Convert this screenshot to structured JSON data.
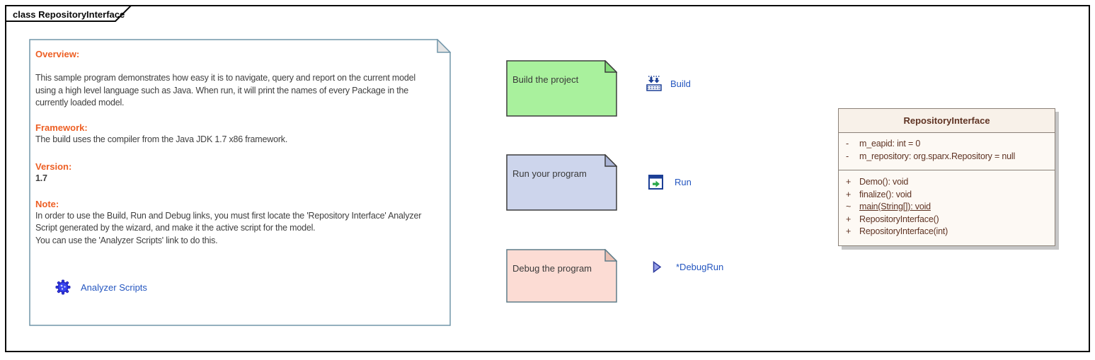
{
  "frame": {
    "label": "class RepositoryInterface"
  },
  "note_main": {
    "sections": [
      {
        "heading": "Overview:",
        "body": "This sample program demonstrates how easy it is to navigate, query and report on the current model using a high level language such as Java. When run, it will print the names of every Package in the currently loaded model."
      },
      {
        "heading": "Framework:",
        "body": "The build uses the compiler from the Java JDK 1.7 x86 framework."
      },
      {
        "heading": "Version:",
        "body": "1.7"
      },
      {
        "heading": "Note:",
        "body": "In order to use the Build, Run and Debug links, you must first locate the 'Repository Interface' Analyzer Script generated by the wizard, and make it the active script for the model.\nYou can use the 'Analyzer Scripts' link to do this."
      }
    ],
    "link": {
      "label": "Analyzer Scripts",
      "icon": "gear-icon"
    }
  },
  "sticky_notes": [
    {
      "text": "Build the project",
      "fill": "#a9f19d",
      "fold": "#83da78",
      "border": "#3d3d3d"
    },
    {
      "text": "Run your program",
      "fill": "#cdd5ec",
      "fold": "#aab4d6",
      "border": "#3d3d3d"
    },
    {
      "text": "Debug the program",
      "fill": "#fcdcd4",
      "fold": "#e9bfb2",
      "border": "#5e7d8a"
    }
  ],
  "action_links": [
    {
      "label": "Build",
      "icon": "build-icon"
    },
    {
      "label": "Run",
      "icon": "run-icon"
    },
    {
      "label": "*DebugRun",
      "icon": "debug-run-icon"
    }
  ],
  "class_box": {
    "title": "RepositoryInterface",
    "attributes": [
      {
        "visibility": "-",
        "text": "m_eapid: int = 0"
      },
      {
        "visibility": "-",
        "text": "m_repository: org.sparx.Repository = null"
      }
    ],
    "methods": [
      {
        "visibility": "+",
        "text": "Demo(): void"
      },
      {
        "visibility": "+",
        "text": "finalize(): void"
      },
      {
        "visibility": "~",
        "text": "main(String[]): void"
      },
      {
        "visibility": "+",
        "text": "RepositoryInterface()"
      },
      {
        "visibility": "+",
        "text": "RepositoryInterface(int)"
      }
    ]
  },
  "colors": {
    "frame_border": "#0a0a0a",
    "heading_orange": "#ed5f24",
    "link_blue": "#2456c0",
    "note_border": "#7195a9",
    "note_fold": "#e4e4e4",
    "body_text": "#3f3f3f",
    "class_text": "#5f3323",
    "class_border": "#8a8077",
    "class_header_bg": "#f8f1e9",
    "class_body_bg": "#fdf9f4",
    "class_shadow": "#c6c6c6",
    "note_build_bg": "#a9f19d",
    "note_run_bg": "#cdd5ec",
    "note_debug_bg": "#fcdcd4",
    "icon_navy": "#1c3f96",
    "icon_green": "#2ba84a",
    "gear_blue": "#3742ee"
  }
}
